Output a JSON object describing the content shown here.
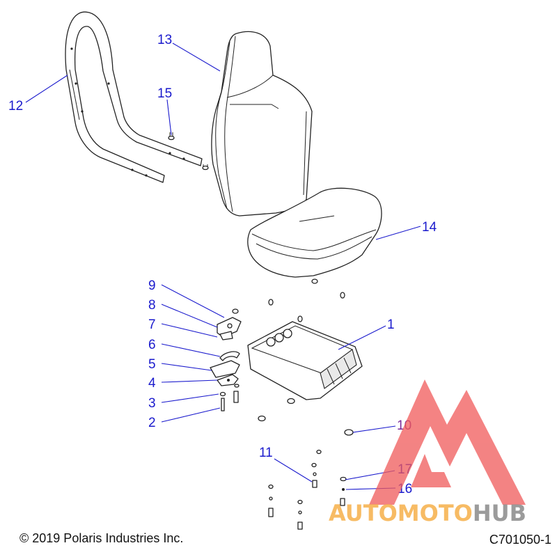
{
  "callouts": [
    {
      "id": "1",
      "label": "1"
    },
    {
      "id": "2",
      "label": "2"
    },
    {
      "id": "3",
      "label": "3"
    },
    {
      "id": "4",
      "label": "4"
    },
    {
      "id": "5",
      "label": "5"
    },
    {
      "id": "6",
      "label": "6"
    },
    {
      "id": "7",
      "label": "7"
    },
    {
      "id": "8",
      "label": "8"
    },
    {
      "id": "9",
      "label": "9"
    },
    {
      "id": "10",
      "label": "10"
    },
    {
      "id": "11",
      "label": "11"
    },
    {
      "id": "12",
      "label": "12"
    },
    {
      "id": "13",
      "label": "13"
    },
    {
      "id": "14",
      "label": "14"
    },
    {
      "id": "15",
      "label": "15"
    },
    {
      "id": "16",
      "label": "16"
    },
    {
      "id": "17",
      "label": "17"
    }
  ],
  "footer": {
    "copyright": "© 2019 Polaris Industries Inc.",
    "diagram_code": "C701050-1"
  },
  "watermark": {
    "word_part1": "AUTOMOTO",
    "word_part2": "HUB",
    "color_primary": "#f05a5a",
    "color_secondary": "#f6b04a",
    "color_tertiary": "#8a8a8a"
  }
}
